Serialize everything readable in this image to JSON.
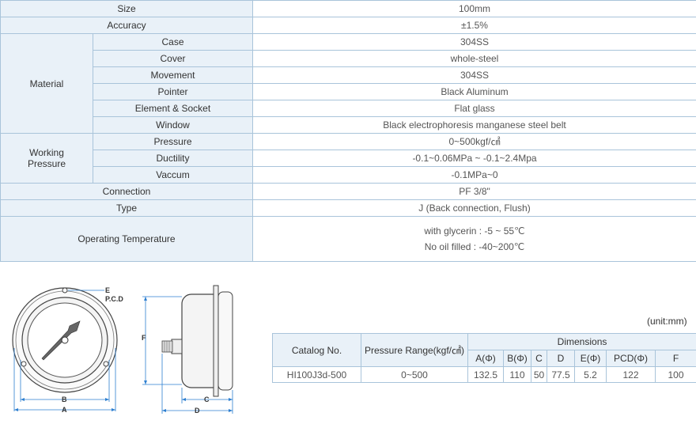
{
  "spec": {
    "size": {
      "label": "Size",
      "value": "100mm"
    },
    "accuracy": {
      "label": "Accuracy",
      "value": "±1.5%"
    },
    "material": {
      "label": "Material",
      "rows": [
        {
          "label": "Case",
          "value": "304SS"
        },
        {
          "label": "Cover",
          "value": "whole-steel"
        },
        {
          "label": "Movement",
          "value": "304SS"
        },
        {
          "label": "Pointer",
          "value": "Black Aluminum"
        },
        {
          "label": "Element & Socket",
          "value": "Flat glass"
        },
        {
          "label": "Window",
          "value": "Black electrophoresis manganese steel belt"
        }
      ]
    },
    "working_pressure": {
      "label_line1": "Working",
      "label_line2": "Pressure",
      "rows": [
        {
          "label": "Pressure",
          "value": "0~500kgf/㎠"
        },
        {
          "label": "Ductility",
          "value": "-0.1~0.06MPa ~ -0.1~2.4Mpa"
        },
        {
          "label": "Vaccum",
          "value": "-0.1MPa~0"
        }
      ]
    },
    "connection": {
      "label": "Connection",
      "value": "PF 3/8\""
    },
    "type": {
      "label": "Type",
      "value": "J (Back connection, Flush)"
    },
    "operating_temperature": {
      "label": "Operating Temperature",
      "line1": "with glycerin : -5 ~ 55℃",
      "line2": "No oil filled : -40~200℃"
    }
  },
  "drawing_labels": {
    "e": "E",
    "pcd": "P.C.D",
    "f": "F",
    "b": "B",
    "a": "A",
    "c": "C",
    "d": "D"
  },
  "unit": "(unit:mm)",
  "dims": {
    "catalog_header": "Catalog No.",
    "range_header": "Pressure Range(kgf/㎠)",
    "dimensions_header": "Dimensions",
    "columns": [
      "A(Φ)",
      "B(Φ)",
      "C",
      "D",
      "E(Φ)",
      "PCD(Φ)",
      "F"
    ],
    "row": {
      "catalog": "HI100J3d-500",
      "range": "0~500",
      "values": [
        "132.5",
        "110",
        "50",
        "77.5",
        "5.2",
        "122",
        "100"
      ]
    }
  },
  "colors": {
    "header_bg": "#e9f1f8",
    "border": "#a9c4da",
    "dimension_line": "#2d7fd0"
  }
}
